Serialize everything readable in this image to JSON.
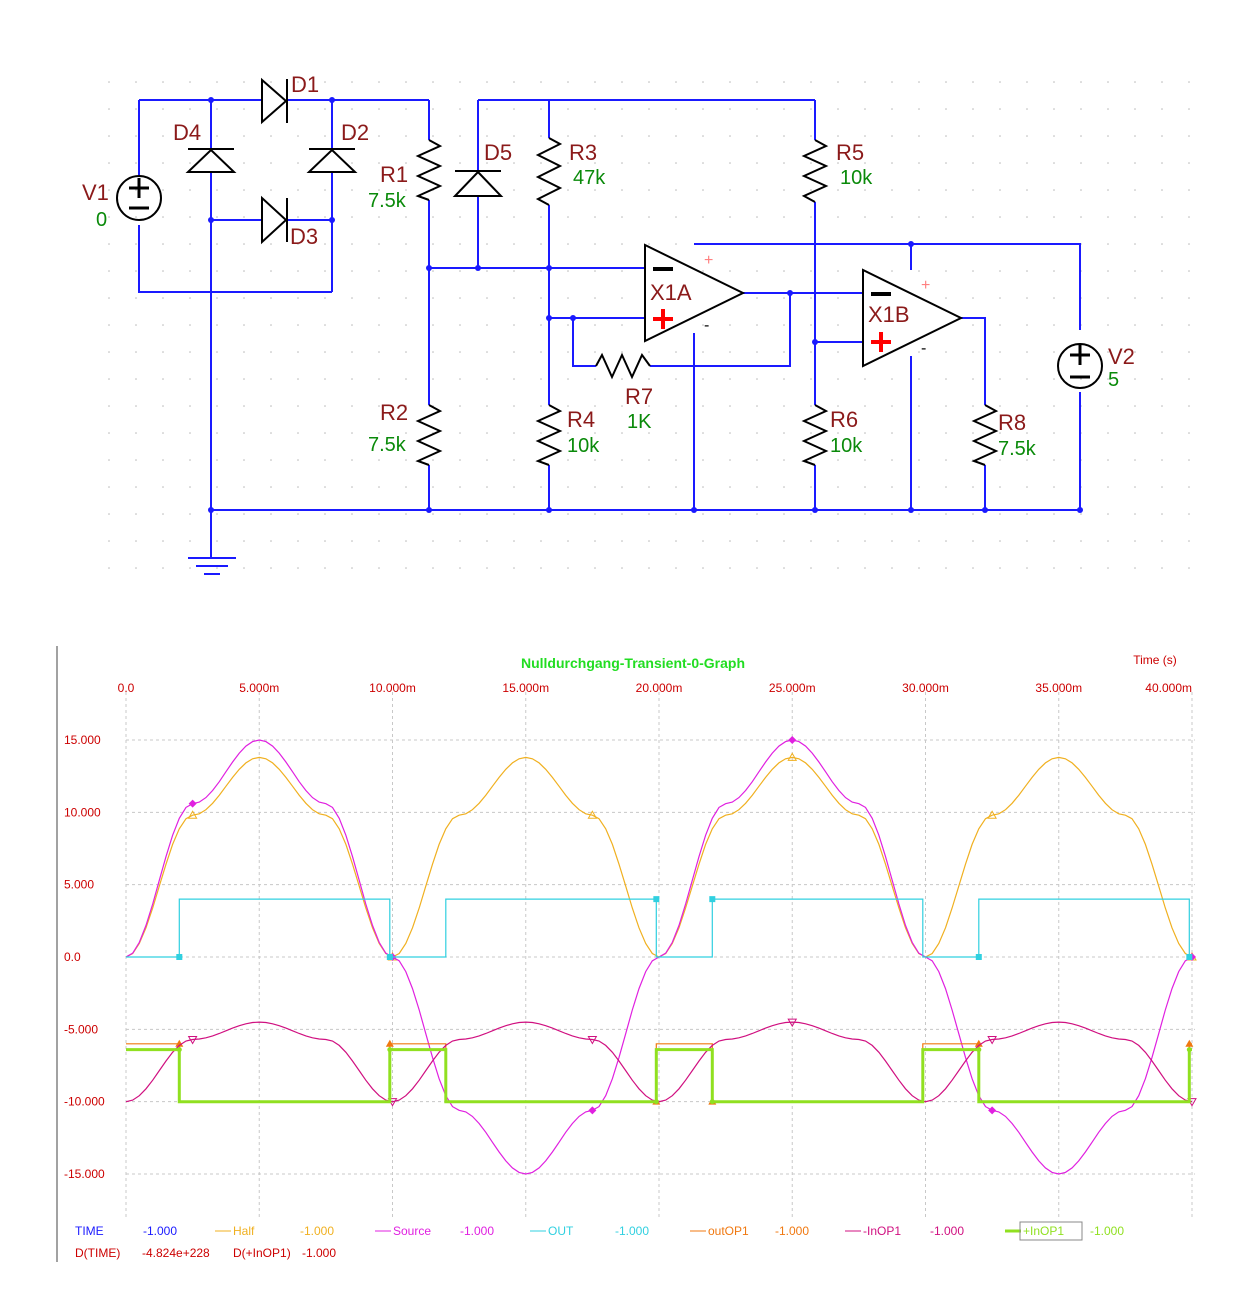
{
  "schematic": {
    "components": [
      {
        "ref": "V1",
        "value": "0"
      },
      {
        "ref": "V2",
        "value": "5"
      },
      {
        "ref": "D1",
        "value": ""
      },
      {
        "ref": "D2",
        "value": ""
      },
      {
        "ref": "D3",
        "value": ""
      },
      {
        "ref": "D4",
        "value": ""
      },
      {
        "ref": "D5",
        "value": ""
      },
      {
        "ref": "R1",
        "value": "7.5k"
      },
      {
        "ref": "R2",
        "value": "7.5k"
      },
      {
        "ref": "R3",
        "value": "47k"
      },
      {
        "ref": "R4",
        "value": "10k"
      },
      {
        "ref": "R5",
        "value": "10k"
      },
      {
        "ref": "R6",
        "value": "10k"
      },
      {
        "ref": "R7",
        "value": "1K"
      },
      {
        "ref": "R8",
        "value": "7.5k"
      },
      {
        "ref": "X1A",
        "value": ""
      },
      {
        "ref": "X1B",
        "value": ""
      }
    ],
    "colors": {
      "wire": "#1a1aff",
      "label": "#8b1a1a",
      "value": "#0a8a0a",
      "pin": "#ff0000"
    }
  },
  "chart_data": {
    "type": "line",
    "title": "Nulldurchgang-Transient-0-Graph",
    "xlabel": "Time   (s)",
    "xlim": [
      0,
      0.04
    ],
    "ylim": [
      -16.5,
      17.5
    ],
    "grid": true,
    "x_ticks": [
      "0.0",
      "5.000m",
      "10.000m",
      "15.000m",
      "20.000m",
      "25.000m",
      "30.000m",
      "35.000m",
      "40.000m"
    ],
    "y_ticks": [
      "15.000",
      "10.000",
      "5.000",
      "0.0",
      "-5.000",
      "-10.000",
      "-15.000"
    ],
    "y_tick_values": [
      15,
      10,
      5,
      0,
      -5,
      -10,
      -15
    ],
    "series": [
      {
        "name": "Half",
        "color": "#f0b020",
        "marker": "triangle-up",
        "x": [
          0,
          0.0025,
          0.005,
          0.0075,
          0.01,
          0.0125,
          0.015,
          0.0175,
          0.02,
          0.0225,
          0.025,
          0.0275,
          0.03,
          0.0325,
          0.035,
          0.0375,
          0.04
        ],
        "values": [
          0,
          9.8,
          13.8,
          9.8,
          0,
          9.8,
          13.8,
          9.8,
          0,
          9.8,
          13.8,
          9.8,
          0,
          9.8,
          13.8,
          9.8,
          0
        ]
      },
      {
        "name": "Source",
        "color": "#e020e0",
        "marker": "diamond",
        "x": [
          0,
          0.0025,
          0.005,
          0.0075,
          0.01,
          0.0125,
          0.015,
          0.0175,
          0.02,
          0.0225,
          0.025,
          0.0275,
          0.03,
          0.0325,
          0.035,
          0.0375,
          0.04
        ],
        "values": [
          0,
          10.6,
          15,
          10.6,
          0,
          -10.6,
          -15,
          -10.6,
          0,
          10.6,
          15,
          10.6,
          0,
          -10.6,
          -15,
          -10.6,
          0
        ]
      },
      {
        "name": "OUT",
        "color": "#30d0e0",
        "marker": "square",
        "x": [
          0,
          0.002,
          0.002,
          0.0099,
          0.0099,
          0.012,
          0.012,
          0.0199,
          0.0199,
          0.022,
          0.022,
          0.0299,
          0.0299,
          0.032,
          0.032,
          0.0399,
          0.0399,
          0.04
        ],
        "values": [
          0,
          0,
          4,
          4,
          0,
          0,
          4,
          4,
          0,
          0,
          4,
          4,
          0,
          0,
          4,
          4,
          0,
          0
        ]
      },
      {
        "name": "outOP1",
        "color": "#f07810",
        "marker": "triangle-up-filled",
        "x": [
          0,
          0.002,
          0.002,
          0.0099,
          0.0099,
          0.012,
          0.012,
          0.0199,
          0.0199,
          0.022,
          0.022,
          0.0299,
          0.0299,
          0.032,
          0.032,
          0.0399,
          0.0399,
          0.04
        ],
        "values": [
          -6,
          -6,
          -10,
          -10,
          -6,
          -6,
          -10,
          -10,
          -6,
          -6,
          -10,
          -10,
          -6,
          -6,
          -10,
          -10,
          -6,
          -6
        ]
      },
      {
        "name": "-InOP1",
        "color": "#d01080",
        "marker": "triangle-down",
        "x": [
          0,
          0.0025,
          0.005,
          0.0075,
          0.01,
          0.0125,
          0.015,
          0.0175,
          0.02,
          0.0225,
          0.025,
          0.0275,
          0.03,
          0.0325,
          0.035,
          0.0375,
          0.04
        ],
        "values": [
          -10,
          -5.7,
          -4.5,
          -5.7,
          -10,
          -5.7,
          -4.5,
          -5.7,
          -10,
          -5.7,
          -4.5,
          -5.7,
          -10,
          -5.7,
          -4.5,
          -5.7,
          -10
        ]
      },
      {
        "name": "+InOP1",
        "color": "#90e020",
        "marker": "circle",
        "x": [
          0,
          0.002,
          0.002,
          0.0099,
          0.0099,
          0.012,
          0.012,
          0.0199,
          0.0199,
          0.022,
          0.022,
          0.0299,
          0.0299,
          0.032,
          0.032,
          0.0399,
          0.0399,
          0.04
        ],
        "values": [
          -6.4,
          -6.4,
          -10,
          -10,
          -6.4,
          -6.4,
          -10,
          -10,
          -6.4,
          -6.4,
          -10,
          -10,
          -6.4,
          -6.4,
          -10,
          -10,
          -6.4,
          -6.4
        ]
      }
    ],
    "legend_row1": [
      {
        "name": "TIME",
        "value": "-1.000",
        "color": "#1a1aff"
      },
      {
        "name": "Half",
        "value": "-1.000",
        "color": "#f0b020"
      },
      {
        "name": "Source",
        "value": "-1.000",
        "color": "#e020e0"
      },
      {
        "name": "OUT",
        "value": "-1.000",
        "color": "#30d0e0"
      },
      {
        "name": "outOP1",
        "value": "-1.000",
        "color": "#f07810"
      },
      {
        "name": "-InOP1",
        "value": "-1.000",
        "color": "#d01080"
      },
      {
        "name": "+InOP1",
        "value": "-1.000",
        "color": "#90e020"
      }
    ],
    "legend_row2": {
      "dtime_label": "D(TIME)",
      "dtime_value": "-4.824e+228",
      "d_label": "D(+InOP1)",
      "d_value": "-1.000"
    }
  }
}
